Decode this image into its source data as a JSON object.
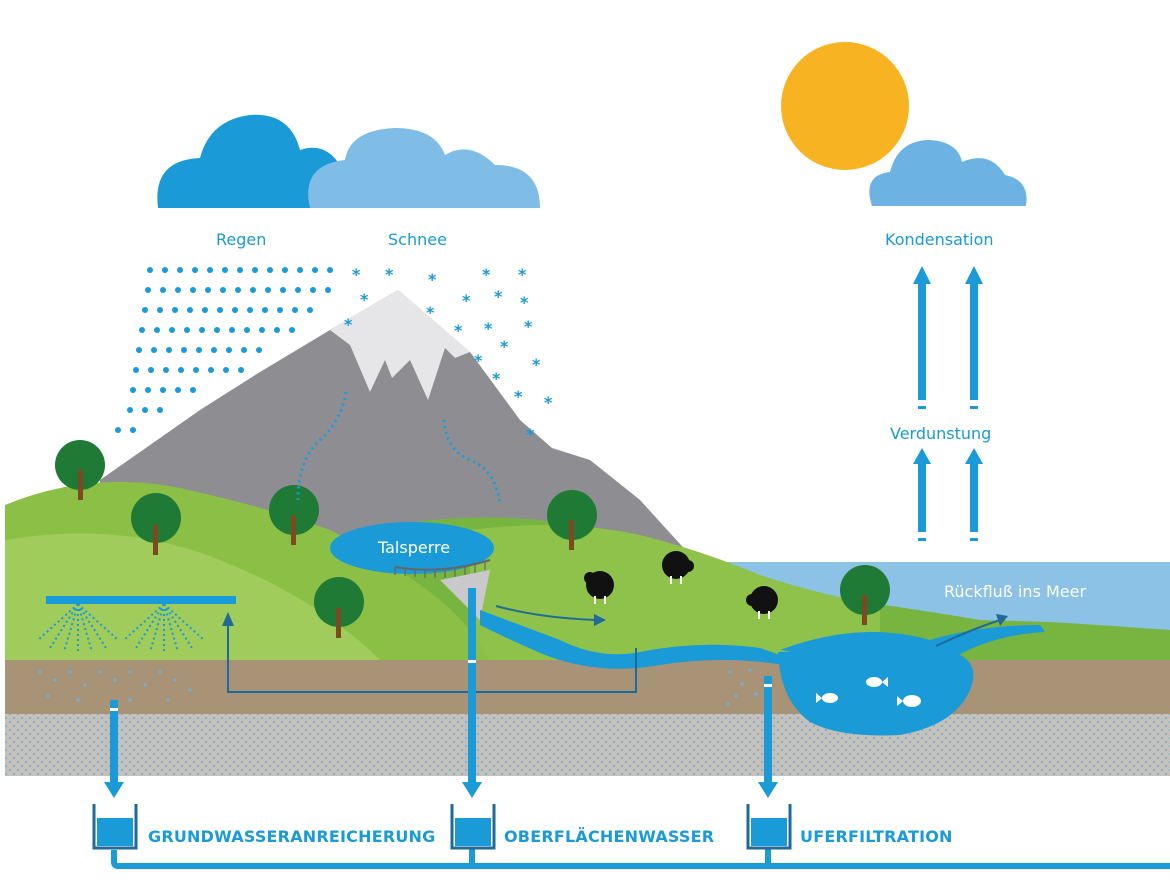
{
  "labels": {
    "rain": "Regen",
    "snow": "Schnee",
    "condensation": "Kondensation",
    "evaporation": "Verdunstung",
    "dam": "Talsperre",
    "return_flow": "Rückfluß ins Meer",
    "groundwater_recharge": "GRUNDWASSERANREICHERUNG",
    "surface_water": "OBERFLÄCHENWASSER",
    "bank_filtration": "UFERFILTRATION"
  },
  "colors": {
    "water_blue": "#1a9ad6",
    "light_blue": "#7fbde6",
    "sun": "#f8b323",
    "mountain": "#8e8e92",
    "snow_cap": "#e8e8ea",
    "hill_green": "#8bbf45",
    "soil": "#a89377",
    "gravel": "#c9c2bb",
    "tree": "#1e7a34",
    "trunk": "#7a4a20"
  }
}
